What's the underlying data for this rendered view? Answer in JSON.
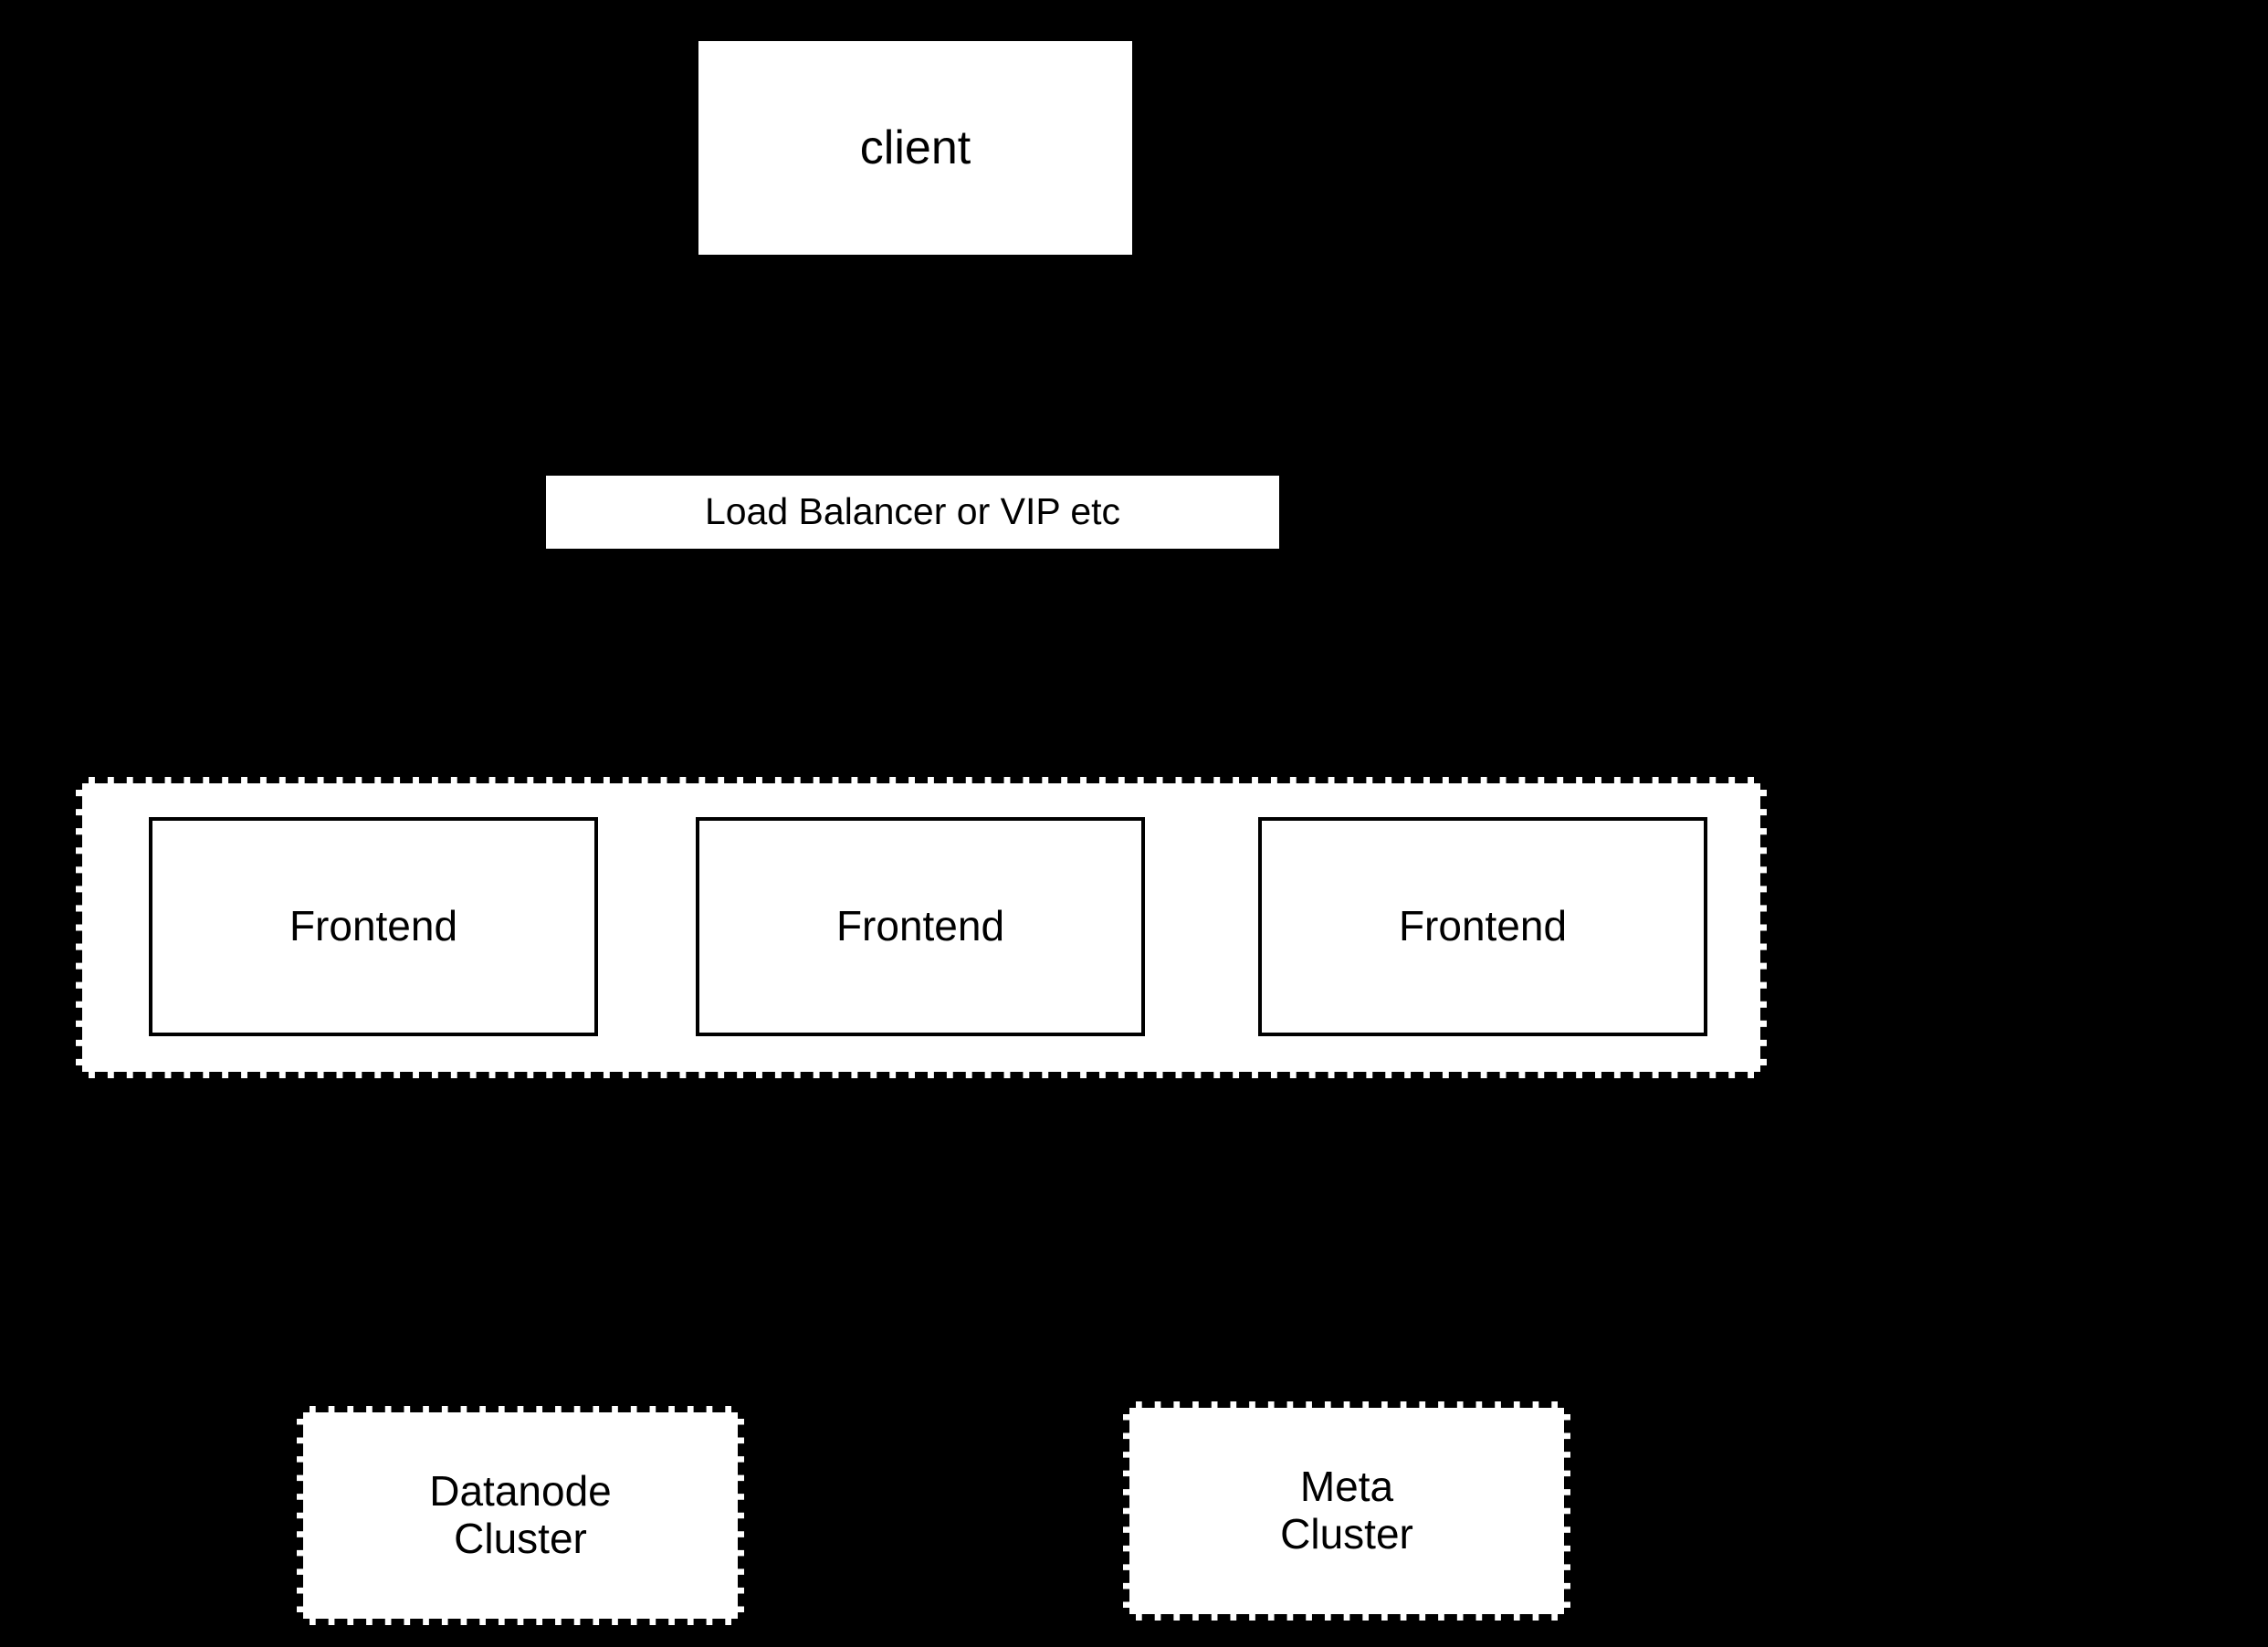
{
  "diagram": {
    "background_color": "#000000",
    "node_fill_color": "#ffffff",
    "node_border_color": "#000000",
    "text_color": "#000000",
    "client": {
      "label": "client",
      "shape": "rectangle",
      "border": "none"
    },
    "load_balancer": {
      "label": "Load Balancer or VIP etc",
      "shape": "rectangle",
      "border": "none"
    },
    "frontend_group": {
      "border_style": "dashed",
      "nodes": [
        {
          "label": "Frontend",
          "border_style": "solid"
        },
        {
          "label": "Frontend",
          "border_style": "solid"
        },
        {
          "label": "Frontend",
          "border_style": "solid"
        }
      ]
    },
    "clusters": [
      {
        "label": "Datanode\nCluster",
        "border_style": "dashed"
      },
      {
        "label": "Meta\nCluster",
        "border_style": "dashed"
      }
    ]
  }
}
